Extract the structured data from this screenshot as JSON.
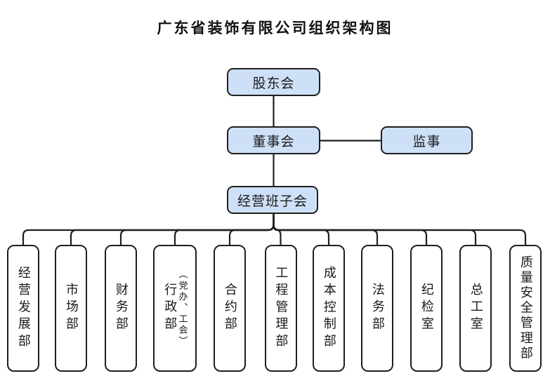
{
  "title": "广东省装饰有限公司组织架构图",
  "colors": {
    "node_fill": "#cee0f7",
    "node_border": "#1f1f1f",
    "dept_fill": "#ffffff",
    "line": "#1f1f1f"
  },
  "nodes": {
    "shareholders": "股东会",
    "board": "董事会",
    "supervisor": "监事",
    "management": "经营班子会"
  },
  "hierarchy": {
    "root": "股东会",
    "edges": [
      [
        "股东会",
        "董事会"
      ],
      [
        "董事会",
        "监事"
      ],
      [
        "董事会",
        "经营班子会"
      ],
      [
        "经营班子会",
        "所有部门"
      ]
    ]
  },
  "departments": [
    {
      "label": "经营发展部"
    },
    {
      "label": "市场部"
    },
    {
      "label": "财务部"
    },
    {
      "label": "行政部",
      "sub": "（党办、工会）"
    },
    {
      "label": "合约部"
    },
    {
      "label": "工程管理部"
    },
    {
      "label": "成本控制部"
    },
    {
      "label": "法务部"
    },
    {
      "label": "纪检室"
    },
    {
      "label": "总工室"
    },
    {
      "label": "质量安全管理部"
    }
  ]
}
